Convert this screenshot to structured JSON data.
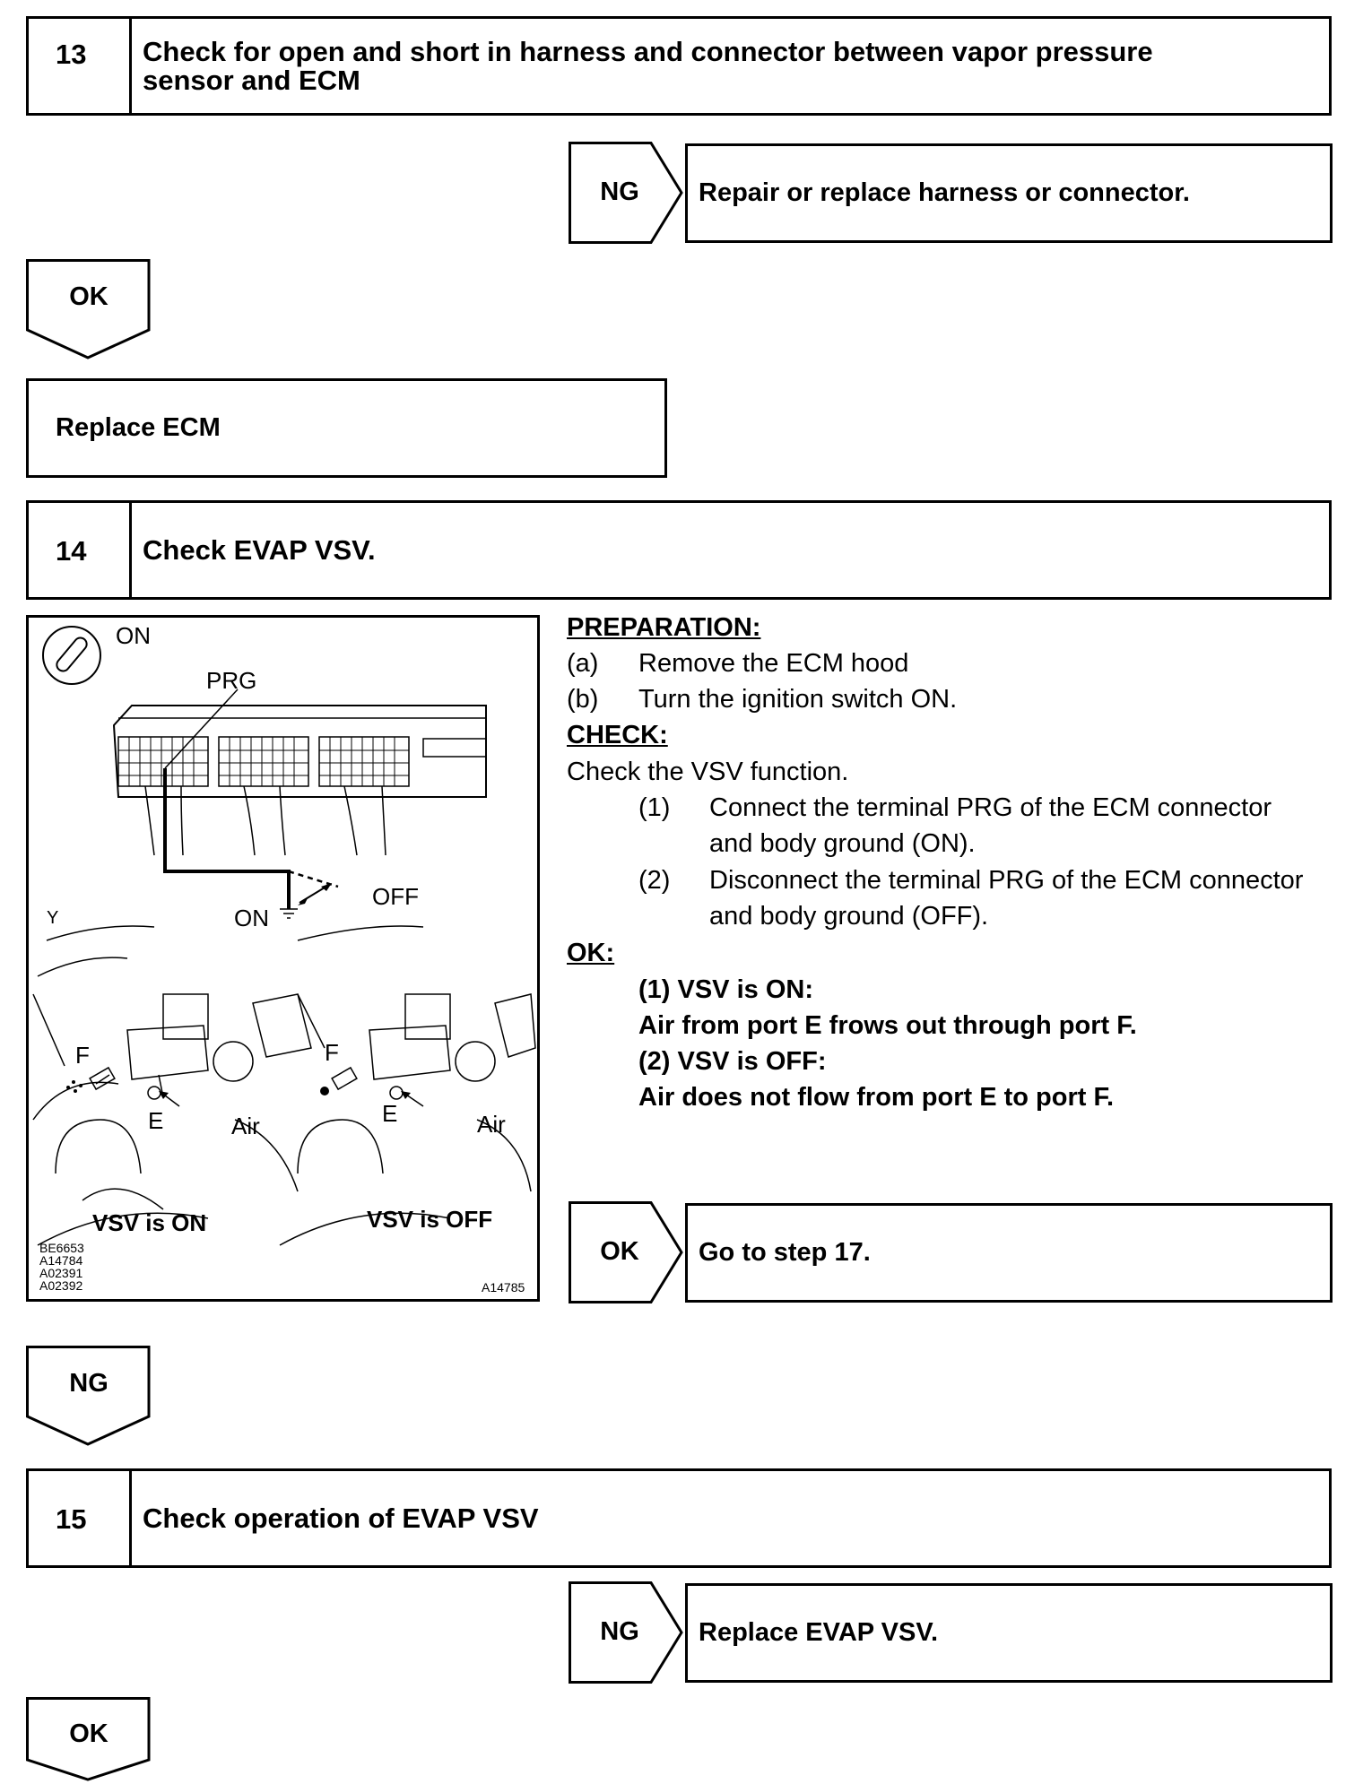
{
  "step13": {
    "number": "13",
    "title_line1": "Check for open and short in harness and connector between vapor pressure",
    "title_line2": "sensor and ECM",
    "ng_label": "NG",
    "ng_action": "Repair or replace harness or connector.",
    "ok_label": "OK",
    "ok_action": "Replace ECM"
  },
  "step14": {
    "number": "14",
    "title": "Check EVAP VSV.",
    "figure": {
      "on_top": "ON",
      "prg": "PRG",
      "off": "OFF",
      "on_ground": "ON",
      "y": "Y",
      "f_left": "F",
      "e_left": "E",
      "air_left": "Air",
      "f_right": "F",
      "e_right": "E",
      "air_right": "Air",
      "caption_left": "VSV is ON",
      "caption_right": "VSV is OFF",
      "codes": [
        "BE6653",
        "A14784",
        "A02391",
        "A02392"
      ],
      "code_right": "A14785"
    },
    "preparation_heading": "PREPARATION:",
    "prep_a_marker": "(a)",
    "prep_a_text": "Remove the ECM hood",
    "prep_b_marker": "(b)",
    "prep_b_text": "Turn the ignition switch ON.",
    "check_heading": "CHECK:",
    "check_text": "Check the VSV function.",
    "check1_marker": "(1)",
    "check1_line1": "Connect the terminal PRG of the ECM connector",
    "check1_line2": "and body ground (ON).",
    "check2_marker": "(2)",
    "check2_line1": "Disconnect the terminal PRG of the ECM connector",
    "check2_line2": "and body ground (OFF).",
    "ok_heading": "OK:",
    "ok1_title": "(1)  VSV is ON:",
    "ok1_text": "Air from port E frows out through port F.",
    "ok2_title": "(2)  VSV is OFF:",
    "ok2_text": "Air does not flow from port E to port F.",
    "ok_label": "OK",
    "ok_action": "Go to step 17.",
    "ng_label": "NG"
  },
  "step15": {
    "number": "15",
    "title": "Check operation of EVAP VSV",
    "ng_label": "NG",
    "ng_action": "Replace EVAP VSV.",
    "ok_label": "OK"
  }
}
